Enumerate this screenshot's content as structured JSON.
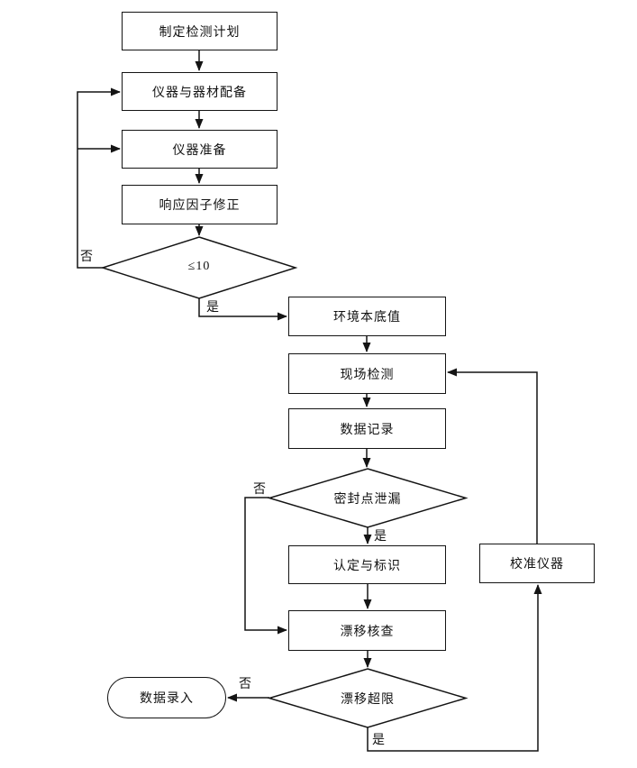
{
  "diagram": {
    "type": "flowchart",
    "background_color": "#ffffff",
    "line_color": "#141414",
    "nodes": {
      "plan": {
        "label": "制定检测计划",
        "type": "process"
      },
      "equip": {
        "label": "仪器与器材配备",
        "type": "process"
      },
      "prepare": {
        "label": "仪器准备",
        "type": "process"
      },
      "response_factor": {
        "label": "响应因子修正",
        "type": "process"
      },
      "le10": {
        "label": "≤10",
        "type": "decision"
      },
      "env_background": {
        "label": "环境本底值",
        "type": "process"
      },
      "onsite_test": {
        "label": "现场检测",
        "type": "process"
      },
      "data_record": {
        "label": "数据记录",
        "type": "process"
      },
      "seal_leak": {
        "label": "密封点泄漏",
        "type": "decision"
      },
      "identify_mark": {
        "label": "认定与标识",
        "type": "process"
      },
      "drift_check": {
        "label": "漂移核查",
        "type": "process"
      },
      "drift_over": {
        "label": "漂移超限",
        "type": "decision"
      },
      "calibrate": {
        "label": "校准仪器",
        "type": "process"
      },
      "data_entry": {
        "label": "数据录入",
        "type": "terminator"
      }
    },
    "edge_labels": {
      "le10_no": "否",
      "le10_yes": "是",
      "seal_no": "否",
      "seal_yes": "是",
      "drift_no": "否",
      "drift_yes": "是"
    }
  }
}
